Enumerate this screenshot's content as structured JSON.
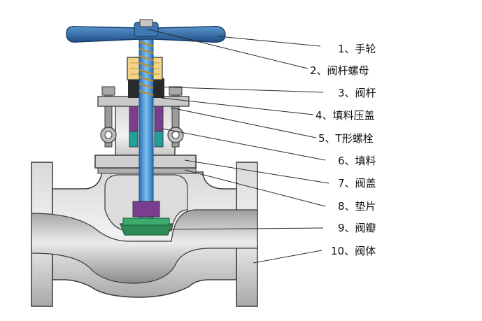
{
  "labels": [
    "1、手轮",
    "2、阀杆螺母",
    "3、阀杆",
    "4、填料压盖",
    "5、T形螺栓",
    "6、填料",
    "7、阀盖",
    "8、垫片",
    "9、阀瓣",
    "10、阀体"
  ],
  "colors": {
    "handwheel": "#2f6fb0",
    "stem": "#3d8fd6",
    "packing": "#7a3d8f",
    "disc": "#2e8b57",
    "body": "#b8b8b8",
    "outline": "#3a3a3a"
  }
}
